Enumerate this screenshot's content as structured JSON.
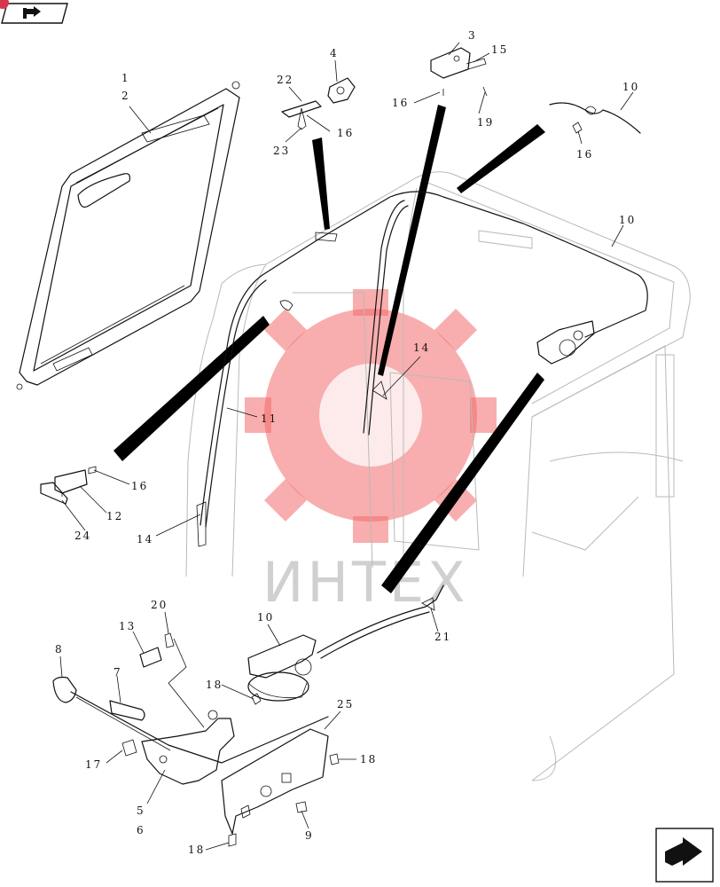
{
  "watermark": {
    "text": "ИНТЕХ"
  },
  "nav": {
    "back_icon": "return-arrow-icon",
    "forward_icon": "next-arrow-icon"
  },
  "callouts": {
    "c1": "1",
    "c2": "2",
    "c3": "3",
    "c4": "4",
    "c5": "5",
    "c6": "6",
    "c7": "7",
    "c8": "8",
    "c9": "9",
    "c10a": "10",
    "c10b": "10",
    "c10c": "10",
    "c11": "11",
    "c12": "12",
    "c13": "13",
    "c14a": "14",
    "c14b": "14",
    "c15": "15",
    "c16a": "16",
    "c16b": "16",
    "c16c": "16",
    "c16d": "16",
    "c17": "17",
    "c18a": "18",
    "c18b": "18",
    "c18c": "18",
    "c19": "19",
    "c20": "20",
    "c21": "21",
    "c22": "22",
    "c23": "23",
    "c24": "24",
    "c25": "25"
  }
}
